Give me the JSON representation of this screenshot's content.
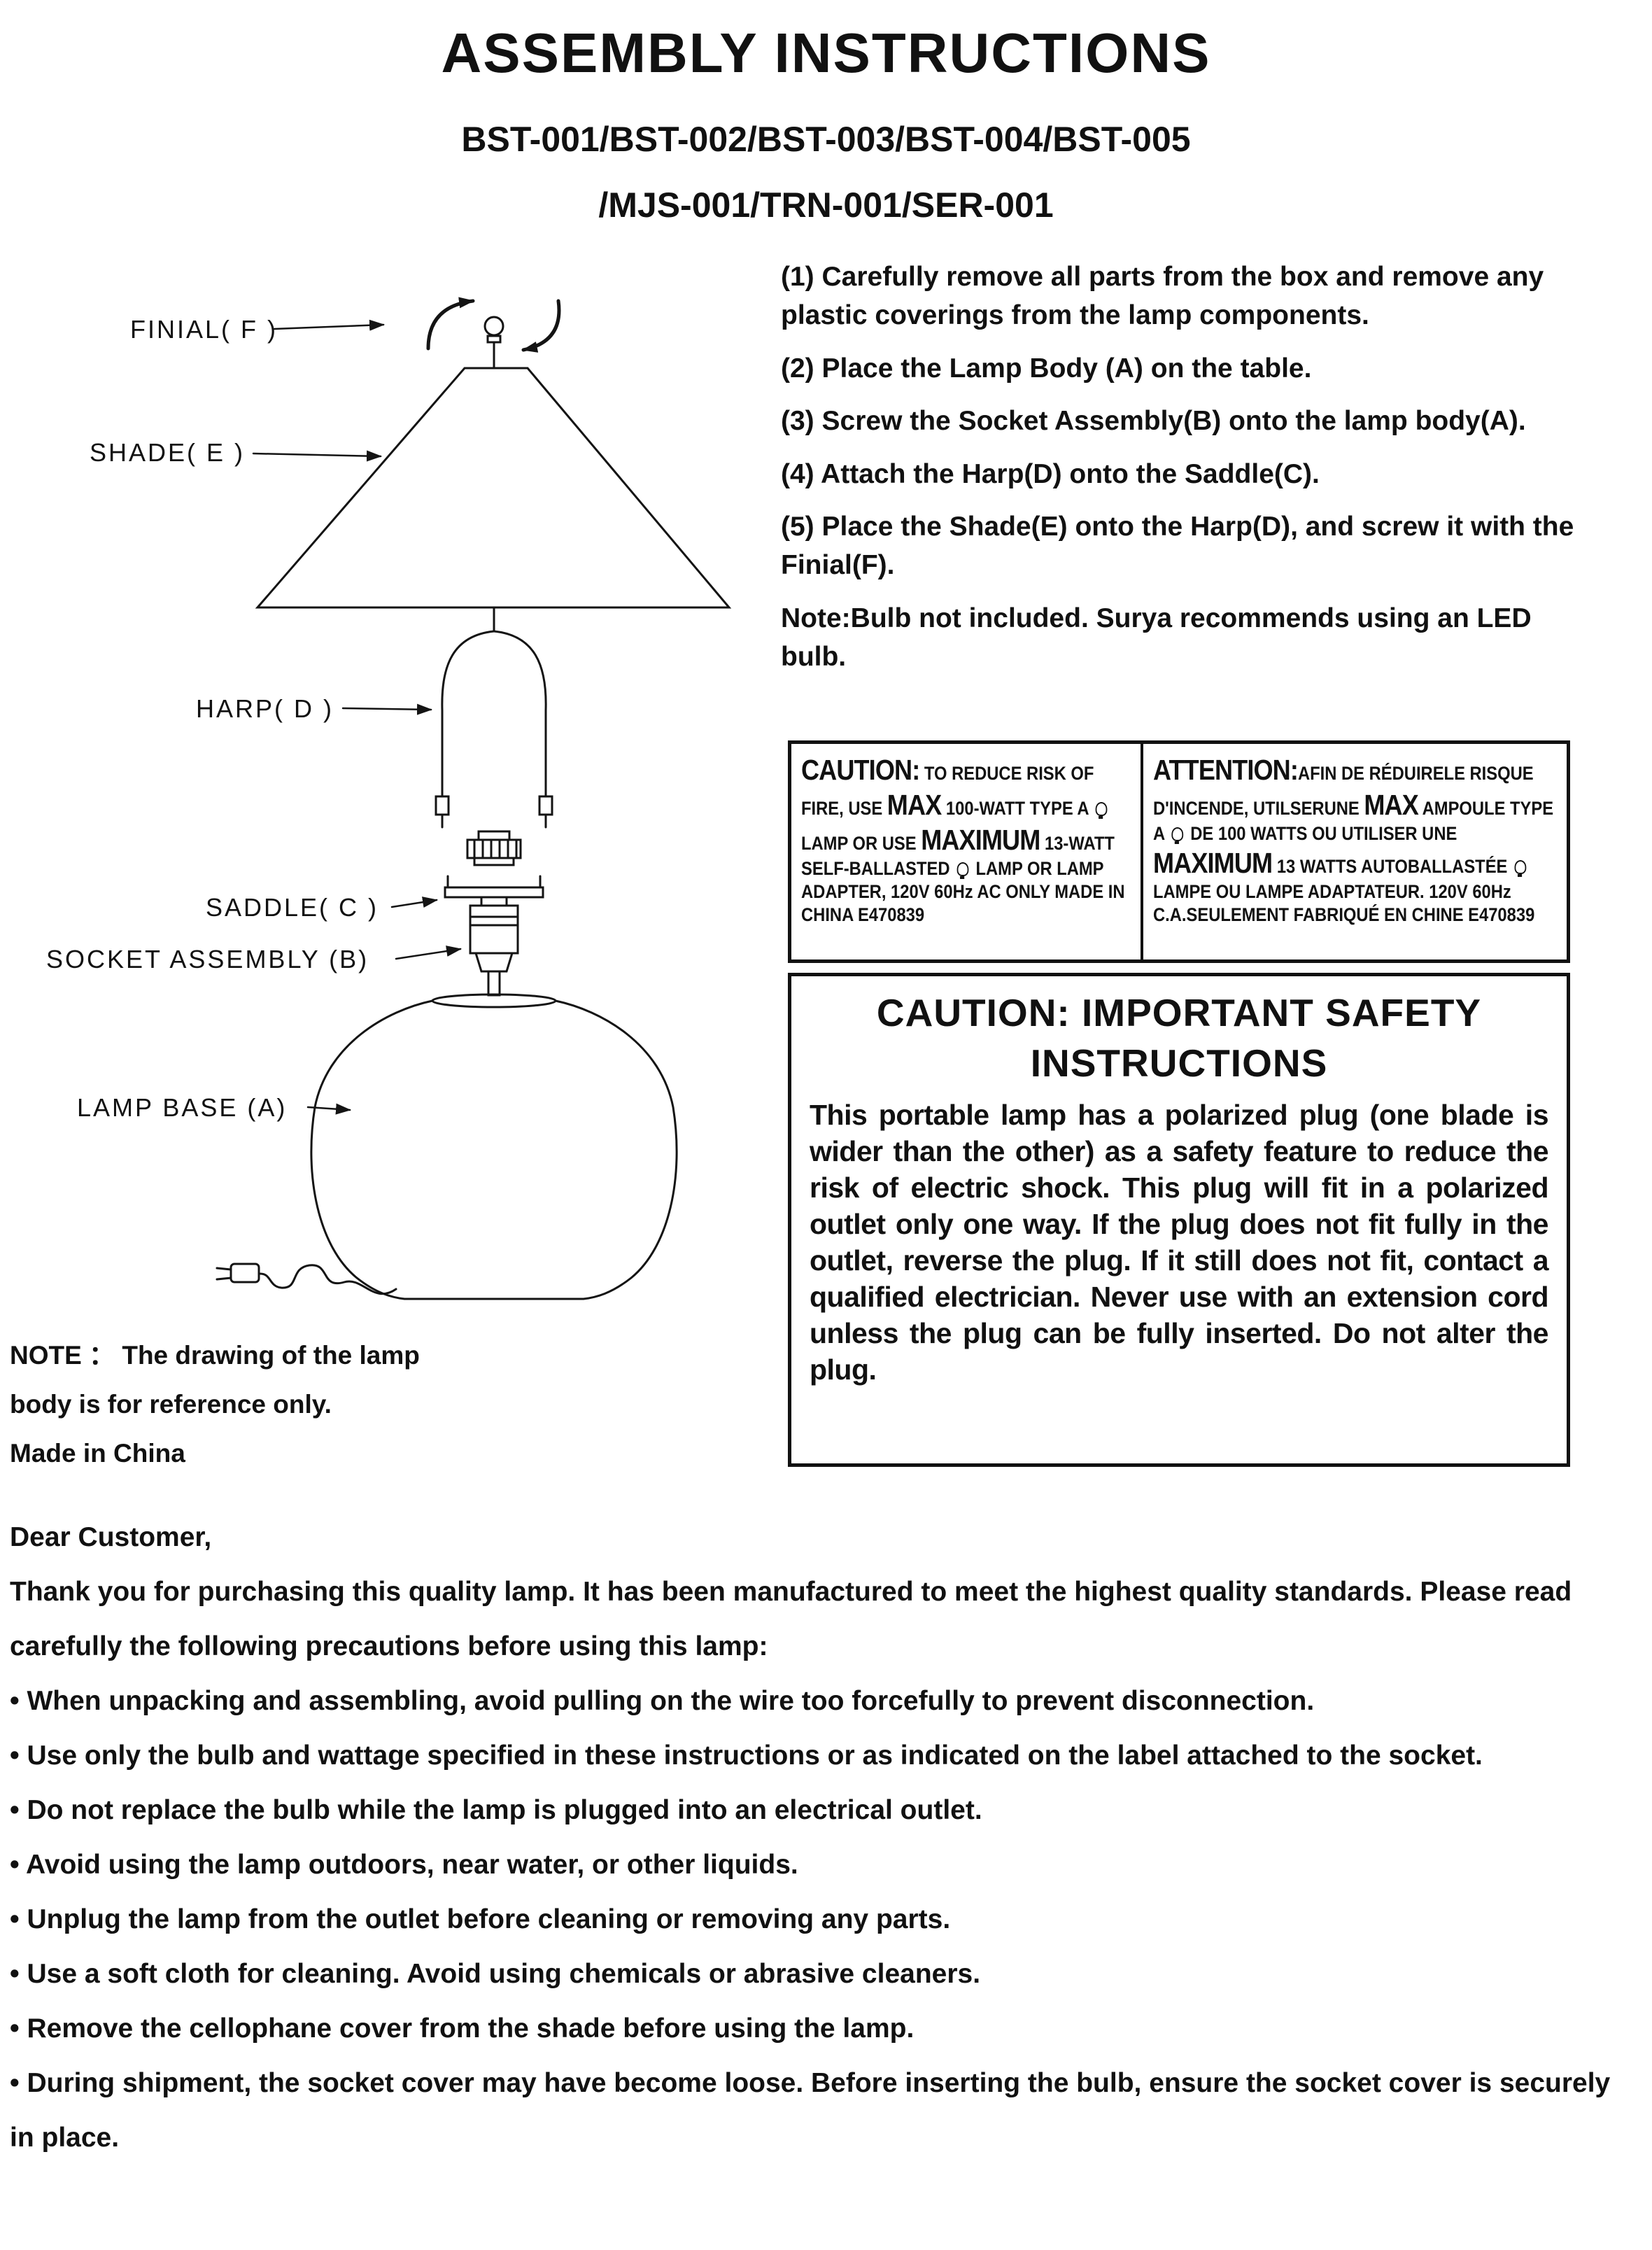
{
  "header": {
    "title": "ASSEMBLY INSTRUCTIONS",
    "models_line1": "BST-001/BST-002/BST-003/BST-004/BST-005",
    "models_line2": "/MJS-001/TRN-001/SER-001"
  },
  "diagram": {
    "labels": {
      "finial": "FINIAL( F )",
      "shade": "SHADE( E )",
      "harp": "HARP( D )",
      "saddle": "SADDLE( C )",
      "socket": "SOCKET ASSEMBLY (B)",
      "base": "LAMP BASE (A)"
    }
  },
  "steps": [
    "(1) Carefully remove all parts from the box and remove any plastic coverings from the lamp components.",
    "(2) Place the Lamp Body (A) on the table.",
    "(3) Screw the Socket Assembly(B) onto the lamp body(A).",
    "(4) Attach the Harp(D) onto the Saddle(C).",
    "(5) Place the Shade(E) onto the Harp(D), and screw it with the Finial(F).",
    "Note:Bulb not included. Surya recommends using an LED bulb."
  ],
  "caution": {
    "en": [
      "CAUTION:",
      " TO REDUCE RISK OF FIRE, USE ",
      "MAX",
      " 100-WATT TYPE A ",
      "LAMP OR USE ",
      "MAXIMUM",
      " 13-WATT SELF-BALLASTED ",
      " LAMP OR LAMP ADAPTER, 120V 60Hz AC ONLY MADE IN CHINA E470839"
    ],
    "fr": [
      "ATTENTION:",
      "AFIN DE RÉDUIRELE RISQUE D'INCENDE, UTILSERUNE ",
      "MAX",
      " AMPOULE TYPE A ",
      " DE 100 WATTS OU UTILISER UNE ",
      "MAXIMUM",
      " 13 WATTS AUTOBALLASTÉE ",
      " LAMPE OU LAMPE ADAPTATEUR. 120V 60Hz C.A.SEULEMENT FABRIQUÉ EN CHINE E470839"
    ]
  },
  "safety": {
    "title_line1": "CAUTION: IMPORTANT SAFETY",
    "title_line2": "INSTRUCTIONS",
    "body": "This portable lamp has a polarized plug (one blade is wider than the other) as a safety feature to reduce the risk of electric shock. This plug will fit in a polarized outlet only one way. If the plug does not fit fully in the outlet, reverse the plug. If it still does not fit, contact a qualified electrician. Never use with an extension cord unless the plug can be fully inserted. Do not alter the plug."
  },
  "notes": {
    "line1": "NOTE ： The drawing of the lamp",
    "line2": "body is for reference only.",
    "made_in": "Made in China"
  },
  "customer": {
    "salutation": "Dear Customer,",
    "intro": "Thank you for purchasing this quality lamp. It has been manufactured to meet the highest quality standards. Please read carefully the following precautions before using this lamp:",
    "bullets": [
      "• When unpacking and assembling, avoid pulling on the wire too forcefully to prevent disconnection.",
      "• Use only the bulb and wattage specified in these instructions or as indicated on the label attached to the socket.",
      "• Do not replace the bulb while the lamp is plugged into an electrical outlet.",
      "• Avoid using the lamp outdoors, near water, or other liquids.",
      "• Unplug the lamp from the outlet before cleaning or removing any parts.",
      "• Use a soft cloth for cleaning. Avoid using chemicals or abrasive cleaners.",
      "• Remove the cellophane cover from the shade before using the lamp.",
      "• During shipment, the socket cover may have become loose. Before inserting the bulb, ensure the socket cover is securely in place."
    ]
  }
}
